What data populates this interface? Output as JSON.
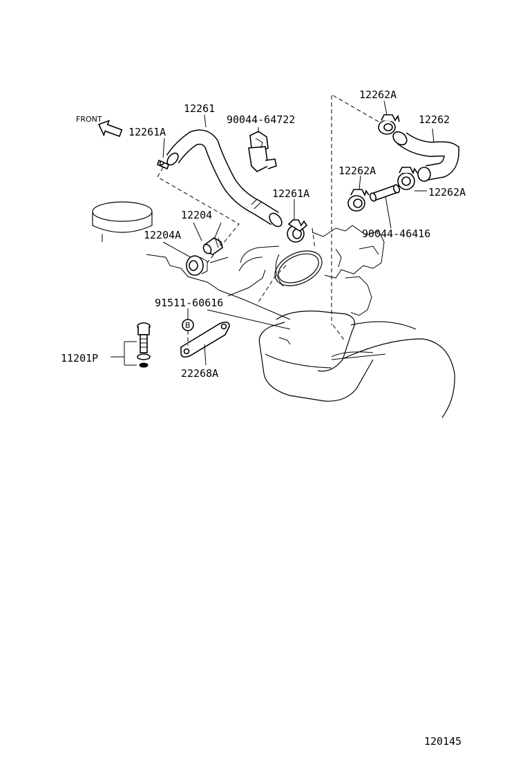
{
  "front_label": "FRONT",
  "callouts": {
    "hose_12261": "12261",
    "clamp_12261a_top": "12261A",
    "clamp_12261a_right": "12261A",
    "clip_90044_64722": "90044-64722",
    "valve_12204": "12204",
    "grommet_12204a": "12204A",
    "clamp_12262a_top": "12262A",
    "hose_12262": "12262",
    "clamp_12262a_mid": "12262A",
    "clamp_12262a_right": "12262A",
    "hose_90044_46416": "90044-46416",
    "bolt_91511_60616": "91511-60616",
    "bracket_22268a": "22268A",
    "plug_11201p": "11201P",
    "ref_b": "B"
  },
  "page_code": "120145"
}
